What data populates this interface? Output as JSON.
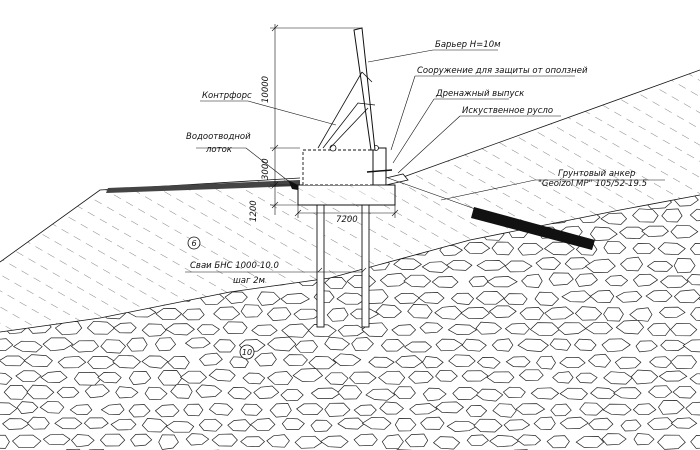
{
  "labels": {
    "barrier": "Барьер H=10м",
    "structure": "Сооружение для защиты от оползней",
    "buttress": "Контрфорс",
    "drainage_outlet": "Дренажный выпуск",
    "gutter_line1": "Водоотводной",
    "gutter_line2": "лоток",
    "artificial_channel": "Искуственное русло",
    "anchor_line1": "Грунтовый анкер",
    "anchor_line2": "\"Geoizol MP\" 105/52-19.5",
    "piles_line1": "Сваи БНС 1000-10.0",
    "piles_line2": "шаг 2м"
  },
  "dimensions": {
    "barrier_height": "10000",
    "base_height": "3000",
    "grillage_height": "1200",
    "grillage_width": "7200"
  },
  "layers": {
    "upper": "6",
    "lower": "10"
  }
}
